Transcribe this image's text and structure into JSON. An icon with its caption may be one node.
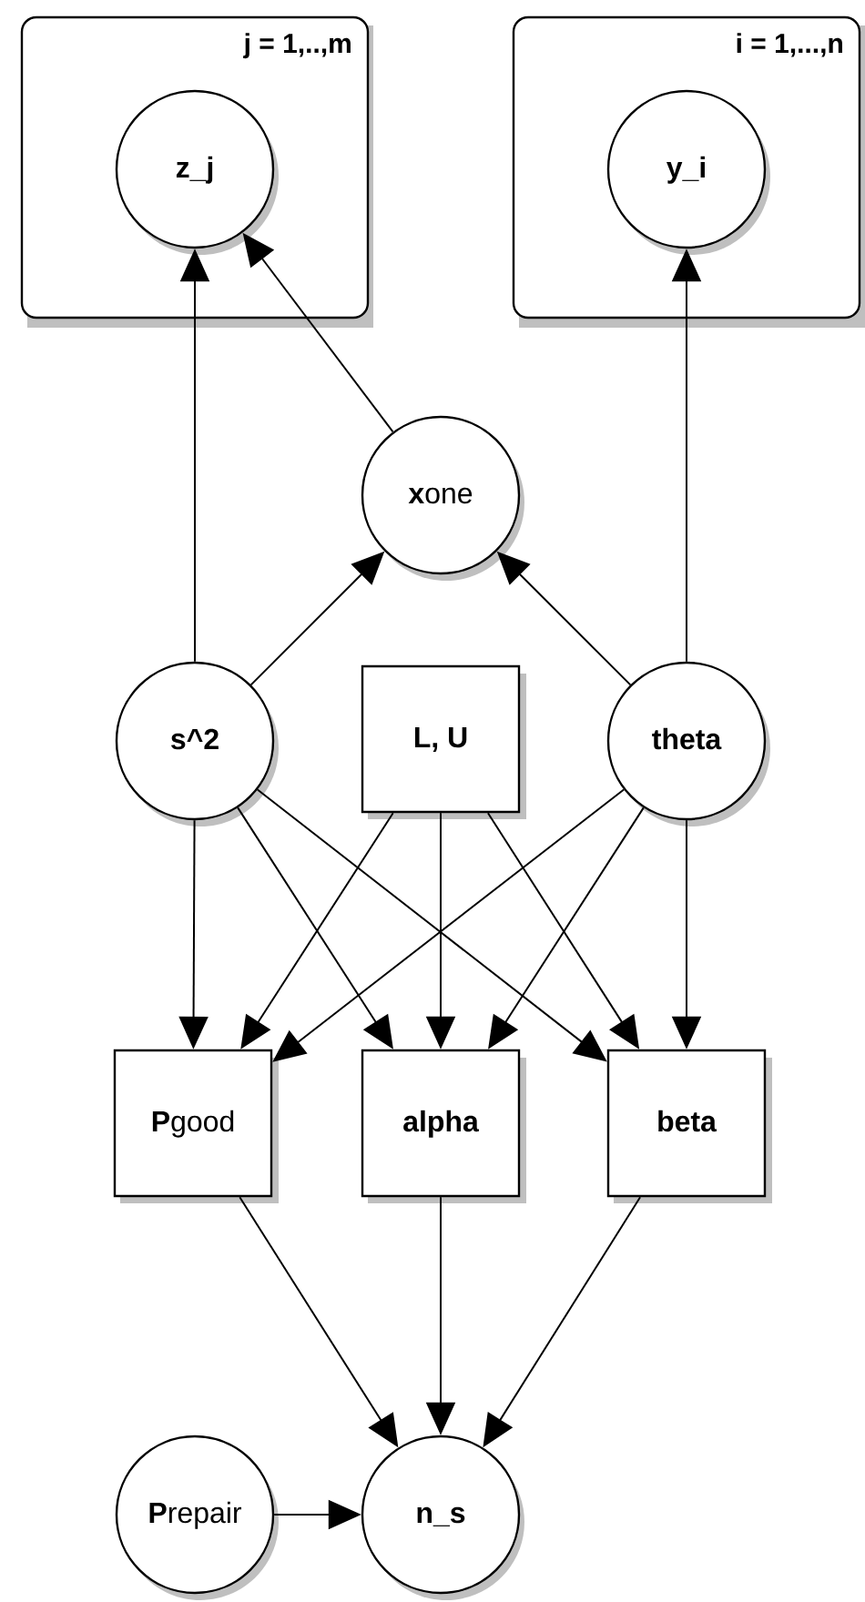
{
  "diagram": {
    "nodes": [
      {
        "text": [
          "j = 1,..,m"
        ]
      },
      {
        "text": [
          "z_j"
        ],
        "in": 0
      },
      {
        "text": [
          "i = 1,...,n"
        ]
      },
      {
        "text": [
          "y_i"
        ],
        "in": 2
      },
      {
        "text": [
          "**x**one"
        ]
      },
      {
        "text": [
          "s^2"
        ]
      },
      {
        "text": [
          "L, U"
        ]
      },
      {
        "text": [
          "theta"
        ]
      },
      {
        "text": [
          "**P**good"
        ]
      },
      {
        "text": [
          "alpha"
        ]
      },
      {
        "text": [
          "beta"
        ]
      },
      {
        "text": [
          "**P**repair"
        ]
      },
      {
        "text": [
          "n_s"
        ]
      }
    ],
    "edges": [
      {
        "from": 5,
        "to": 1,
        "arrow": "to"
      },
      {
        "from": 4,
        "to": 1,
        "arrow": "to"
      },
      {
        "from": 7,
        "to": 3,
        "arrow": "to"
      },
      {
        "from": 5,
        "to": 4,
        "arrow": "to"
      },
      {
        "from": 7,
        "to": 4,
        "arrow": "to"
      },
      {
        "from": 5,
        "to": 8,
        "arrow": "to"
      },
      {
        "from": 5,
        "to": 9,
        "arrow": "to"
      },
      {
        "from": 5,
        "to": 10,
        "arrow": "to"
      },
      {
        "from": 6,
        "to": 8,
        "arrow": "to"
      },
      {
        "from": 6,
        "to": 9,
        "arrow": "to"
      },
      {
        "from": 6,
        "to": 10,
        "arrow": "to"
      },
      {
        "from": 7,
        "to": 8,
        "arrow": "to"
      },
      {
        "from": 7,
        "to": 9,
        "arrow": "to"
      },
      {
        "from": 7,
        "to": 10,
        "arrow": "to"
      },
      {
        "from": 8,
        "to": 12,
        "arrow": "to"
      },
      {
        "from": 9,
        "to": 12,
        "arrow": "to"
      },
      {
        "from": 10,
        "to": 12,
        "arrow": "to"
      },
      {
        "from": 11,
        "to": 12,
        "arrow": "to"
      }
    ]
  }
}
